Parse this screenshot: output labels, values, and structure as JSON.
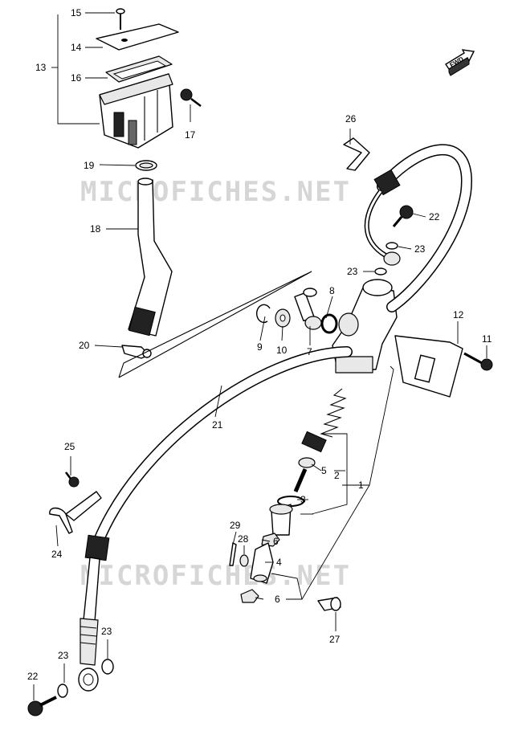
{
  "watermark": "MICROFICHES.NET",
  "fwd_label": "FWD",
  "callouts": {
    "c1": "1",
    "c2": "2",
    "c3": "3",
    "c4": "4",
    "c5": "5",
    "c6a": "6",
    "c6b": "6",
    "c7": "7",
    "c8": "8",
    "c9": "9",
    "c10": "10",
    "c11": "11",
    "c12": "12",
    "c13": "13",
    "c14": "14",
    "c15": "15",
    "c16": "16",
    "c17": "17",
    "c18": "18",
    "c19": "19",
    "c20": "20",
    "c21": "21",
    "c22a": "22",
    "c22b": "22",
    "c23a": "23",
    "c23b": "23",
    "c23c": "23",
    "c23d": "23",
    "c24": "24",
    "c25": "25",
    "c26": "26",
    "c27": "27",
    "c28": "28",
    "c29": "29"
  }
}
